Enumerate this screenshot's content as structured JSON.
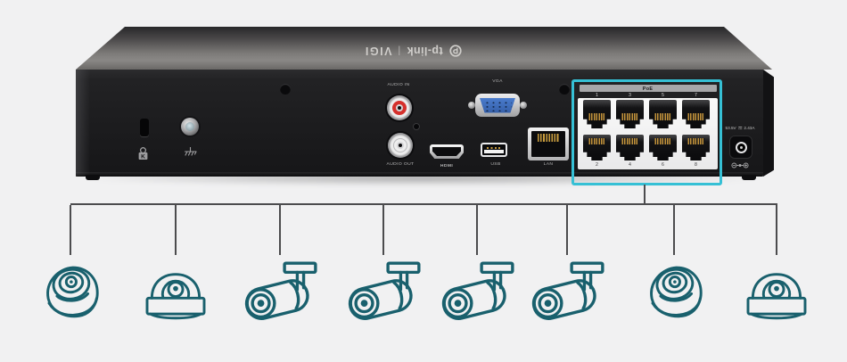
{
  "colors": {
    "highlight_box": "#36c0d5",
    "camera_icon": "#19606d",
    "connector_line": "#4c4c4e"
  },
  "device": {
    "branding": {
      "logo_icon": "tp-link-logo",
      "brand": "tp-link",
      "divider": "|",
      "product": "VIGI"
    },
    "rear_panel": {
      "kensington_icon": "kensington-lock",
      "ground_icon": "grounding-terminal",
      "audio_in_label": "AUDIO IN",
      "audio_out_label": "AUDIO OUT",
      "hdmi_label": "HDMI",
      "vga_label": "VGA",
      "usb_label": "USB",
      "lan_label": "LAN",
      "poe": {
        "header": "PoE",
        "top_port_numbers": [
          "1",
          "3",
          "5",
          "7"
        ],
        "bottom_port_numbers": [
          "2",
          "4",
          "6",
          "8"
        ]
      },
      "power": {
        "voltage": "53.5V",
        "dc_icon": "dc-symbol",
        "current": "2.43A",
        "polarity_icon": "dc-polarity-center-positive"
      }
    }
  },
  "cameras": [
    {
      "icon": "turret-camera"
    },
    {
      "icon": "dome-camera"
    },
    {
      "icon": "bullet-camera"
    },
    {
      "icon": "bullet-camera"
    },
    {
      "icon": "bullet-camera"
    },
    {
      "icon": "bullet-camera"
    },
    {
      "icon": "turret-camera"
    },
    {
      "icon": "dome-camera"
    }
  ]
}
